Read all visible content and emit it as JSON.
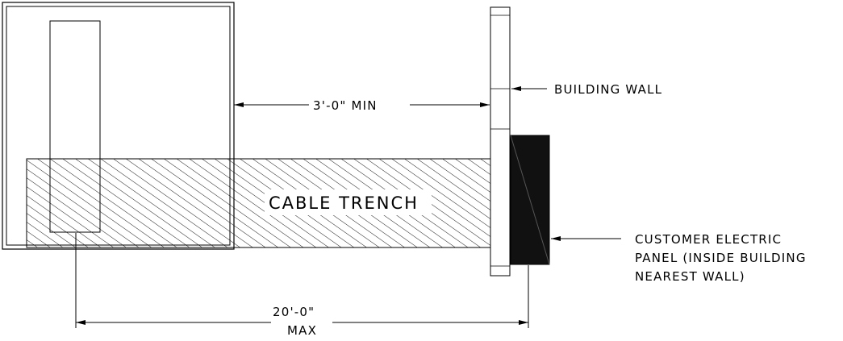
{
  "labels": {
    "building_wall": "BUILDING WALL",
    "cable_trench": "CABLE TRENCH",
    "min_clearance": "3'-0\" MIN",
    "max_distance_value": "20'-0\"",
    "max_distance_unit": "MAX",
    "panel_line1": "CUSTOMER ELECTRIC",
    "panel_line2": "PANEL (INSIDE BUILDING",
    "panel_line3": "NEAREST WALL)"
  },
  "colors": {
    "line": "#000000",
    "background": "#ffffff",
    "panel_fill": "#111111"
  }
}
